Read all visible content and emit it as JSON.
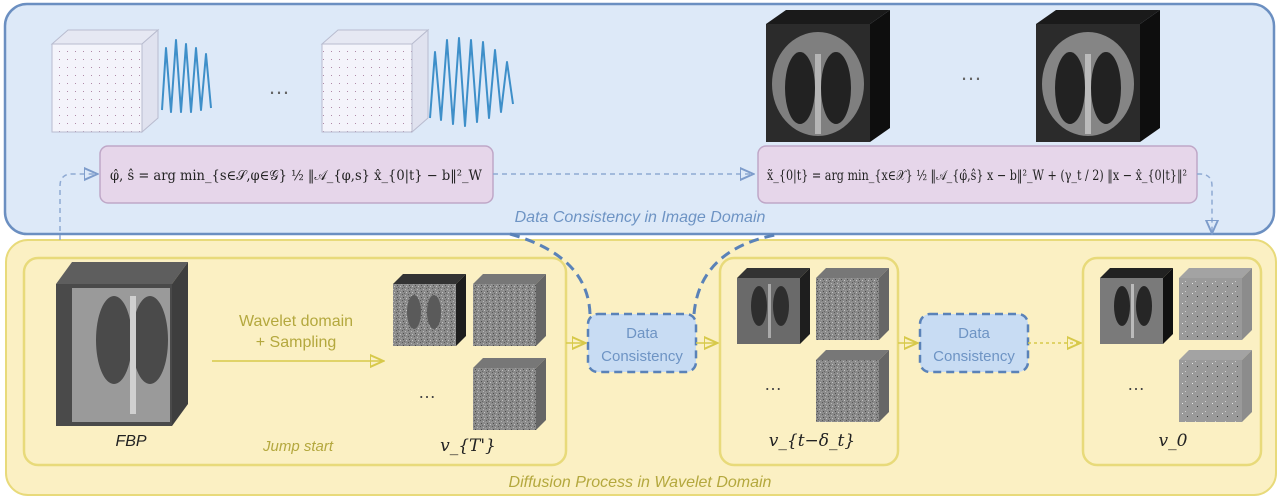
{
  "image_panel": {
    "caption": "Data Consistency in Image Domain",
    "ellipsis_left": "…",
    "ellipsis_right": "…",
    "eq_left": "φ̂, ŝ = arg min_{s∈𝒮,φ∈𝒢} ½ ‖𝒜_{φ,s} x̂_{0|t} − b‖²_W",
    "eq_right": "x̃_{0|t} = arg min_{x∈𝒳} ½ ‖𝒜_{φ̂,ŝ} x − b‖²_W + (γ_t / 2) ‖x − x̂_{0|t}‖²"
  },
  "wavelet_panel": {
    "caption": "Diffusion Process in Wavelet Domain",
    "fbp_label": "FBP",
    "jump_start_label": "Jump start",
    "arrow_label_line1": "Wavelet domain",
    "arrow_label_line2": "+ Sampling",
    "dc_line1": "Data",
    "dc_line2": "Consistency",
    "ellipsis": "…",
    "v_T": "v_{T'}",
    "v_t": "v_{t−δ_t}",
    "v_0": "v_0"
  },
  "colors": {
    "top_fill": "#dde9f8",
    "top_stroke": "#6b8fc1",
    "bottom_fill": "#fbf0c3",
    "bottom_stroke": "#e8da7a",
    "formula_fill": "#e6d6ea",
    "formula_stroke": "#bfa7c7",
    "dc_fill": "#c8dcf3",
    "dc_stroke": "#5a82b8",
    "yellow_arrow": "#d7c94a",
    "blue_dash": "#5a82b8",
    "caption_top": "#6e94c4",
    "caption_bottom": "#b4a83e",
    "sine": "#3e8fc9"
  }
}
